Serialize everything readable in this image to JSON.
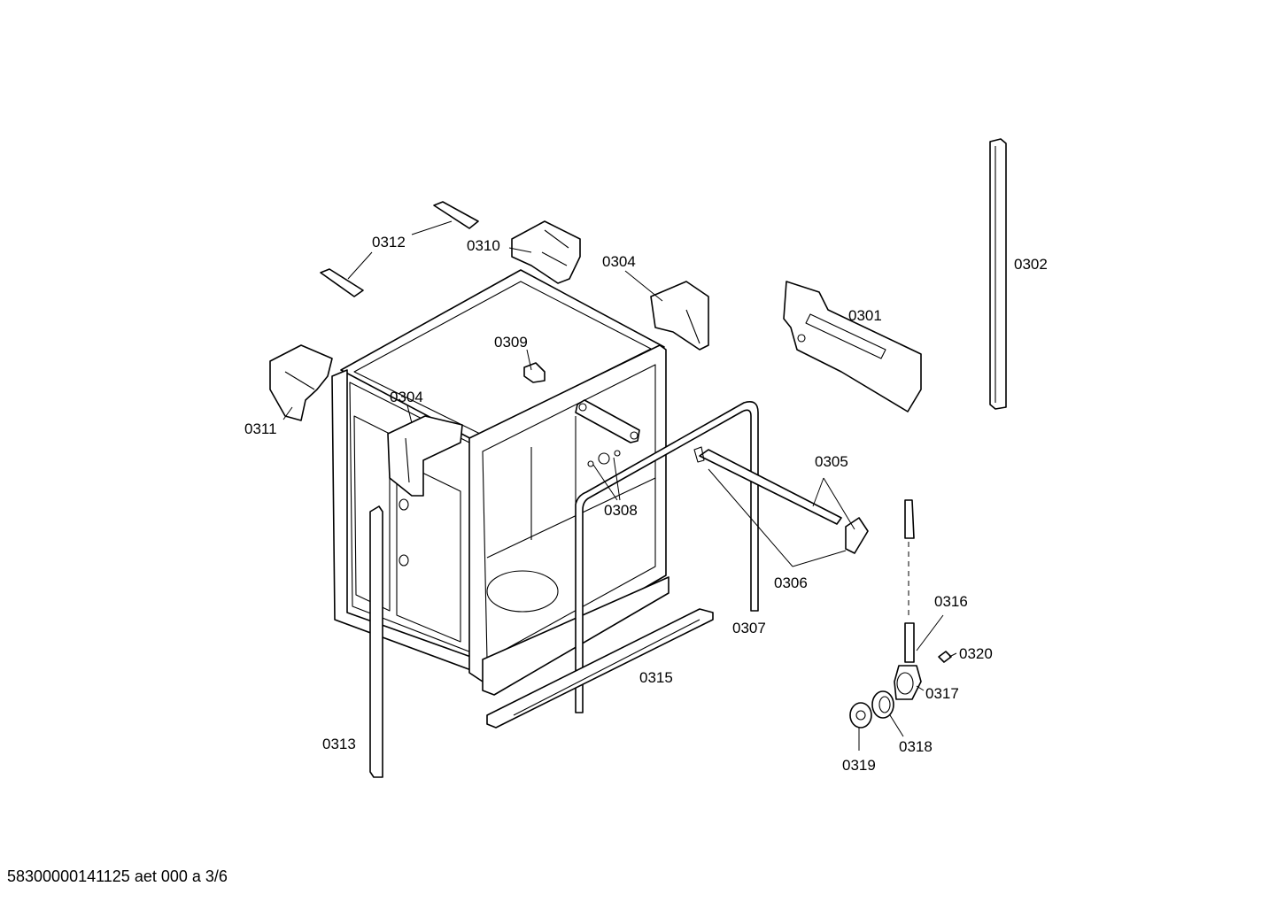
{
  "document": {
    "footer_code": "58300000141125 aet 000 a 3/6"
  },
  "callouts": {
    "c0301": "0301",
    "c0302": "0302",
    "c0304_top": "0304",
    "c0304_mid": "0304",
    "c0305": "0305",
    "c0306": "0306",
    "c0307": "0307",
    "c0308": "0308",
    "c0309": "0309",
    "c0310": "0310",
    "c0311": "0311",
    "c0312": "0312",
    "c0313": "0313",
    "c0315": "0315",
    "c0316": "0316",
    "c0317": "0317",
    "c0318": "0318",
    "c0319": "0319",
    "c0320": "0320"
  },
  "colors": {
    "line": "#000000",
    "background": "#ffffff"
  }
}
